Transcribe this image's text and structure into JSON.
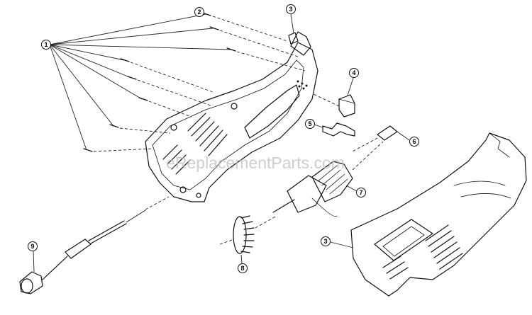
{
  "watermark": "eReplacementParts.com",
  "callouts": [
    {
      "id": "1",
      "label": "1"
    },
    {
      "id": "2",
      "label": "2"
    },
    {
      "id": "3a",
      "label": "3"
    },
    {
      "id": "3b",
      "label": "3"
    },
    {
      "id": "4",
      "label": "4"
    },
    {
      "id": "5",
      "label": "5"
    },
    {
      "id": "6",
      "label": "6"
    },
    {
      "id": "7",
      "label": "7"
    },
    {
      "id": "8",
      "label": "8"
    },
    {
      "id": "9",
      "label": "9"
    }
  ]
}
